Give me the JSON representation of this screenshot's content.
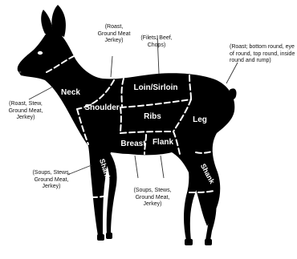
{
  "diagram": {
    "cuts": [
      {
        "id": "neck",
        "label": "Neck"
      },
      {
        "id": "shoulder",
        "label": "Shoulder"
      },
      {
        "id": "loin_sirloin",
        "label": "Loin/Sirloin"
      },
      {
        "id": "ribs",
        "label": "Ribs"
      },
      {
        "id": "leg",
        "label": "Leg"
      },
      {
        "id": "breast",
        "label": "Breast"
      },
      {
        "id": "flank",
        "label": "Flank"
      },
      {
        "id": "front_shank",
        "label": "Shank"
      },
      {
        "id": "rear_shank",
        "label": "Shank"
      }
    ],
    "notes": [
      {
        "id": "shoulder_use",
        "text": "(Roast,\nGround Meat\nJerkey)"
      },
      {
        "id": "loin_use",
        "text": "(Filets, Beef,\nChops)"
      },
      {
        "id": "leg_use",
        "text": "(Roast; bottom round, eye\nof round, top round, inside\nround and rump)"
      },
      {
        "id": "neck_use",
        "text": "(Roast, Stew,\nGround Meat,\nJerkey)"
      },
      {
        "id": "front_shank_use",
        "text": "(Soups, Stews,\nGround Meat,\nJerkey)"
      },
      {
        "id": "belly_use",
        "text": "(Soups, Stews,\nGround Meat,\nJerkey)"
      }
    ]
  },
  "colors": {
    "silhouette": "#000000",
    "divider": "#ffffff",
    "label_text": "#ffffff",
    "note_text": "#111111",
    "leader": "#333333",
    "background": "#ffffff"
  }
}
